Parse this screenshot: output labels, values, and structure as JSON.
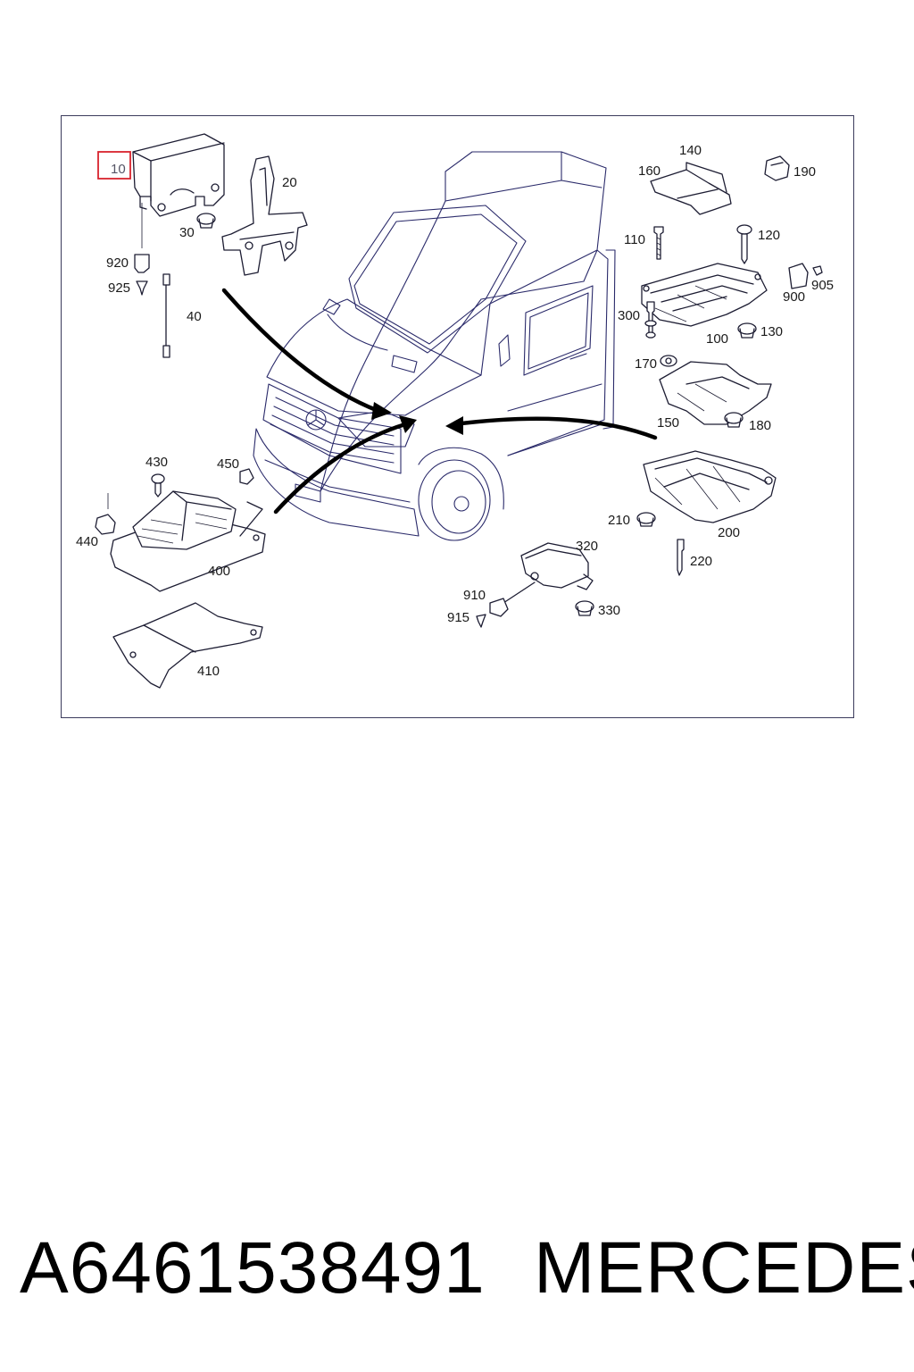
{
  "diagram": {
    "highlighted_callout": "10",
    "highlight_color": "#d9232e",
    "line_color": "#1d1d33",
    "vehicle_line_color": "#2a2a6a",
    "callouts": {
      "c10": "10",
      "c20": "20",
      "c30": "30",
      "c40": "40",
      "c920": "920",
      "c925": "925",
      "c140": "140",
      "c160": "160",
      "c190": "190",
      "c110": "110",
      "c120": "120",
      "c900": "900",
      "c905": "905",
      "c300": "300",
      "c100": "100",
      "c130": "130",
      "c170": "170",
      "c150": "150",
      "c180": "180",
      "c430": "430",
      "c450": "450",
      "c440": "440",
      "c400": "400",
      "c410": "410",
      "c320": "320",
      "c910": "910",
      "c915": "915",
      "c330": "330",
      "c210": "210",
      "c200": "200",
      "c220": "220"
    }
  },
  "footer": {
    "part_number": "A6461538491",
    "brand": "MERCEDES"
  }
}
